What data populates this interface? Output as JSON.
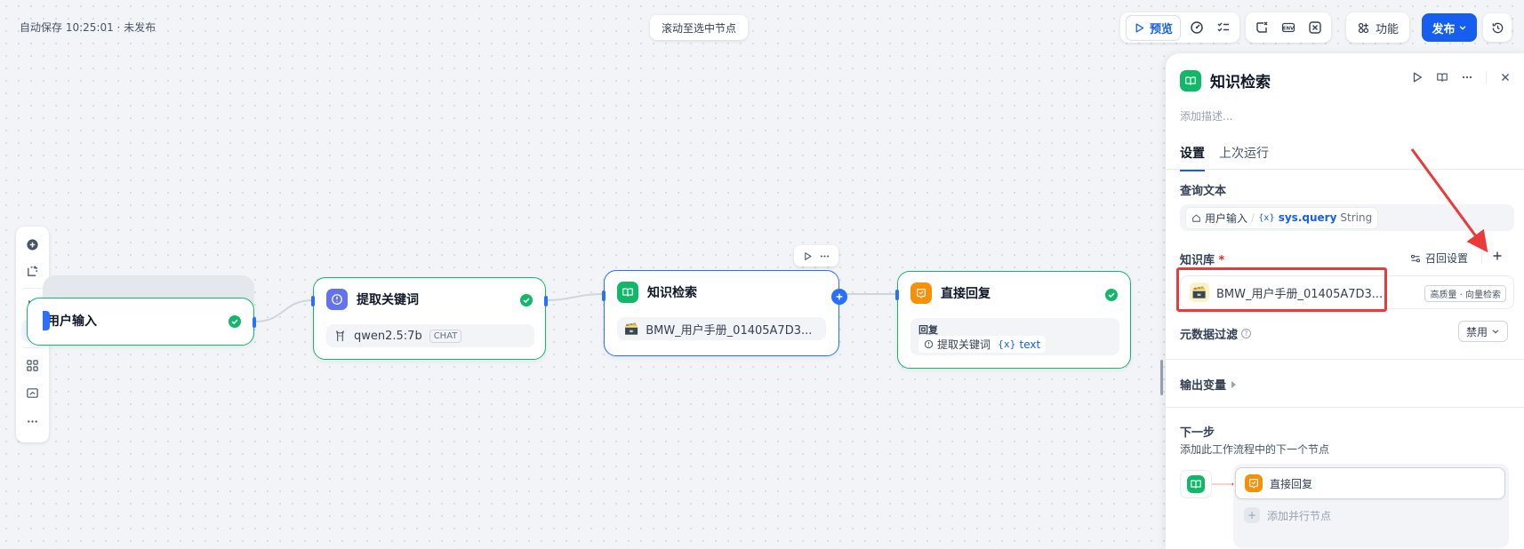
{
  "topbar": {
    "autosave": "自动保存 10:25:01 · 未发布",
    "scroll_to_selected": "滚动至选中节点",
    "preview": "预览",
    "features": "功能",
    "publish": "发布"
  },
  "nodes": {
    "user_input": {
      "title": "用户输入"
    },
    "extract": {
      "title": "提取关键词",
      "model": "qwen2.5:7b",
      "mode": "CHAT"
    },
    "knowledge": {
      "title": "知识检索",
      "dataset": "BMW_用户手册_01405A7D3..."
    },
    "reply": {
      "title": "直接回复",
      "sub_label": "回复",
      "var_node": "提取关键词",
      "var_name": "text"
    }
  },
  "panel": {
    "title": "知识检索",
    "description_placeholder": "添加描述...",
    "tabs": [
      "设置",
      "上次运行"
    ],
    "query_label": "查询文本",
    "query_var": {
      "node": "用户输入",
      "sep": "/",
      "name": "sys.query",
      "type": "String"
    },
    "kb_label": "知识库",
    "required_mark": "*",
    "recall_settings": "召回设置",
    "kb_item": {
      "name": "BMW_用户手册_01405A7D3...",
      "tag": "高质量 · 向量检索"
    },
    "metadata_filter": "元数据过滤",
    "metadata_value": "禁用",
    "output_vars": "输出变量",
    "next_step": "下一步",
    "next_step_desc": "添加此工作流程中的下一个节点",
    "next_node": "直接回复",
    "add_parallel": "添加并行节点"
  },
  "colors": {
    "accent": "#155eef",
    "success": "#12b76a",
    "kb_icon": "#12b76a",
    "extract_icon": "#6172f3",
    "reply_icon": "#f79009",
    "annotation_red": "#ea3a3a"
  }
}
